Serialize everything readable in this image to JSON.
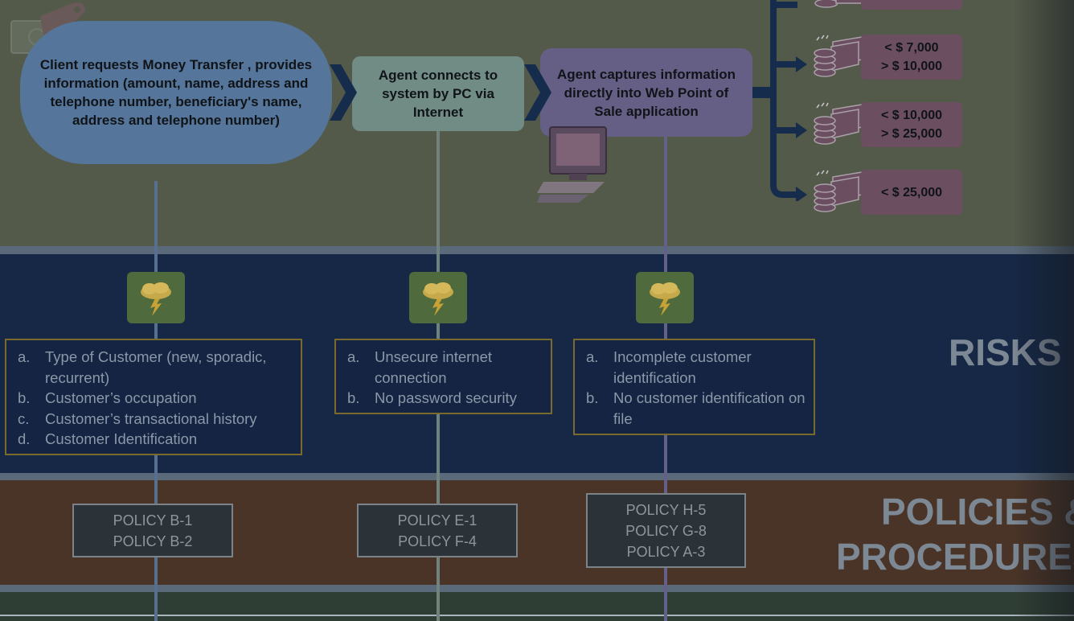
{
  "process": {
    "client_request": "Client requests Money Transfer , provides information (amount, name, address and telephone number, beneficiary's name, address and telephone number)",
    "agent_connects": "Agent connects to system by PC via Internet",
    "agent_captures": "Agent captures information directly into Web Point of Sale application"
  },
  "amounts": [
    {
      "line1": "< $ 7,000",
      "line2": "> $ 10,000"
    },
    {
      "line1": "< $ 10,000",
      "line2": "> $ 25,000"
    },
    {
      "line1": "< $ 25,000",
      "line2": ""
    }
  ],
  "risks": {
    "label": "RISKS",
    "groups": [
      {
        "items": [
          {
            "marker": "a.",
            "text": "Type of Customer (new, sporadic, recurrent)"
          },
          {
            "marker": "b.",
            "text": "Customer’s occupation"
          },
          {
            "marker": "c.",
            "text": "Customer’s transactional history"
          },
          {
            "marker": "d.",
            "text": "Customer Identification"
          }
        ]
      },
      {
        "items": [
          {
            "marker": "a.",
            "text": "Unsecure internet connection"
          },
          {
            "marker": "b.",
            "text": "No password security"
          }
        ]
      },
      {
        "items": [
          {
            "marker": "a.",
            "text": "Incomplete customer identification"
          },
          {
            "marker": "b.",
            "text": "No customer identification on file"
          }
        ]
      }
    ]
  },
  "policies": {
    "label_line1": "POLICIES &",
    "label_line2": "PROCEDURES",
    "groups": [
      {
        "items": [
          "POLICY B-1",
          "POLICY B-2"
        ]
      },
      {
        "items": [
          "POLICY E-1",
          "POLICY F-4"
        ]
      },
      {
        "items": [
          "POLICY H-5",
          "POLICY G-8",
          "POLICY A-3"
        ]
      }
    ]
  },
  "colors": {
    "top_band": "#545a4a",
    "risks_band": "#162846",
    "policies_band": "#4a3427",
    "client_box": "#55769a",
    "agent_connect_box": "#718b85",
    "agent_capture_box": "#655f86",
    "amount_box": "#6b4e60"
  },
  "icons": [
    "money-hand-icon",
    "computer-icon",
    "storm-cloud-icon",
    "coins-banknotes-icon"
  ]
}
